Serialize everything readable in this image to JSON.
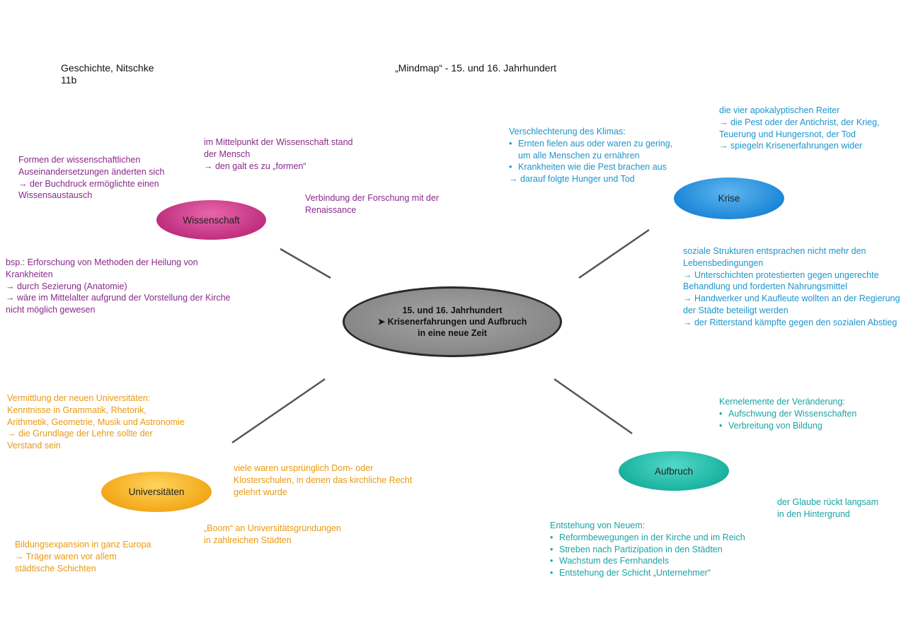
{
  "header": {
    "left_line1": "Geschichte, Nitschke",
    "left_line2": "11b",
    "title": "„Mindmap“ - 15. und 16. Jahrhundert"
  },
  "center": {
    "line1": "15. und 16. Jahrhundert",
    "line2": "➤ Krisenerfahrungen und Aufbruch",
    "line3": "in eine neue Zeit"
  },
  "nodes": {
    "wissenschaft": "Wissenschaft",
    "krise": "Krise",
    "universitaeten": "Universitäten",
    "aufbruch": "Aufbruch"
  },
  "colors": {
    "wissenschaft": "#c0307f",
    "krise": "#1e88d8",
    "universitaeten": "#f3a81a",
    "aufbruch": "#19b3a0",
    "center": "#8c8c8c"
  },
  "wissenschaft": {
    "block_formen": [
      "Formen der wissenschaftlichen",
      "Auseinandersetzungen änderten sich",
      "→ der Buchdruck ermöglichte einen",
      "Wissensaustausch"
    ],
    "block_mittelpunkt": [
      "im Mittelpunkt der Wissenschaft stand",
      "der Mensch",
      "→ den galt es zu „formen“"
    ],
    "block_verbindung": [
      "Verbindung der Forschung mit der",
      "Renaissance"
    ],
    "block_bsp": [
      "bsp.: Erforschung von Methoden der Heilung von",
      "Krankheiten",
      "→ durch Sezierung (Anatomie)",
      "→ wäre im Mittelalter aufgrund der Vorstellung der Kirche",
      "nicht möglich gewesen"
    ]
  },
  "krise": {
    "block_klima": [
      "Verschlechterung des Klimas:",
      "Ernten fielen aus oder waren zu gering,",
      "um alle Menschen zu ernähren",
      "Krankheiten wie die Pest brachen aus",
      "→ darauf folgte Hunger und Tod"
    ],
    "block_reiter": [
      "die vier apokalyptischen Reiter",
      "→ die Pest oder der Antichrist, der Krieg,",
      "Teuerung und Hungersnot, der Tod",
      "→ spiegeln Krisenerfahrungen wider"
    ],
    "block_sozial": [
      "soziale Strukturen entsprachen nicht mehr den",
      "Lebensbedingungen",
      "→ Unterschichten protestierten gegen ungerechte",
      "Behandlung und forderten Nahrungsmittel",
      "→ Handwerker und Kaufleute wollten an der Regierung",
      "der Städte beteiligt werden",
      "→ der Ritterstand kämpfte gegen den sozialen Abstieg"
    ]
  },
  "universitaeten": {
    "block_vermittlung": [
      "Vermittlung der neuen Universitäten:",
      "Kenntnisse in Grammatik, Rhetorik,",
      "Arithmetik, Geometrie, Musik und Astronomie",
      "→ die Grundlage der Lehre sollte der",
      "Verstand sein"
    ],
    "block_domschulen": [
      "viele waren ursprünglich Dom- oder",
      "Klosterschulen, in denen das kirchliche Recht",
      "gelehrt wurde"
    ],
    "block_boom": [
      "„Boom“ an Universitätsgründungen",
      "in zahlreichen Städten"
    ],
    "block_bildung": [
      "Bildungsexpansion in ganz Europa",
      "→ Träger waren vor allem",
      "städtische Schichten"
    ]
  },
  "aufbruch": {
    "block_kernelemente": [
      "Kernelemente der Veränderung:",
      "Aufschwung der Wissenschaften",
      "Verbreitung von Bildung"
    ],
    "block_glaube": [
      "der Glaube rückt langsam",
      "in den Hintergrund"
    ],
    "block_neues": [
      "Entstehung von Neuem:",
      "Reformbewegungen in der Kirche und im Reich",
      "Streben nach Partizipation in den Städten",
      "Wachstum des Fernhandels",
      "Entstehung der Schicht „Unternehmer“"
    ]
  }
}
